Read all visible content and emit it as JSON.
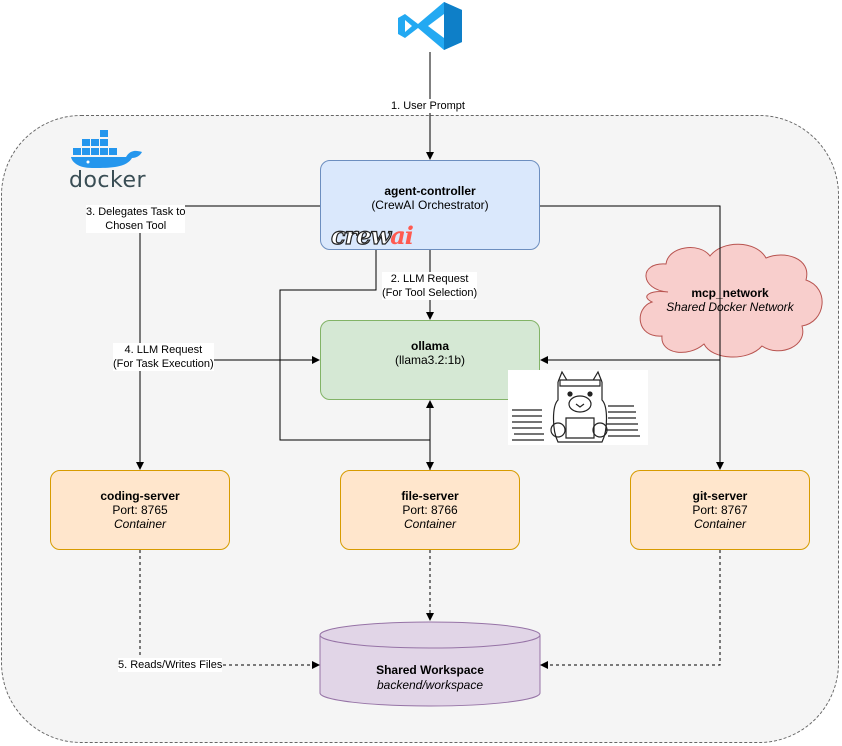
{
  "logos": {
    "vscode": "vscode-icon",
    "docker": {
      "icon": "docker-whale-icon",
      "text": "docker"
    },
    "crewai": {
      "text_a": "crew",
      "text_b": "ai",
      "accent": "#ff5a50"
    },
    "ollama_llama": "llama-mascot-icon"
  },
  "nodes": {
    "agent_controller": {
      "title": "agent-controller",
      "subtitle": "(CrewAI Orchestrator)"
    },
    "ollama": {
      "title": "ollama",
      "subtitle": "(llama3.2:1b)"
    },
    "coding_server": {
      "title": "coding-server",
      "port": "Port: 8765",
      "kind": "Container"
    },
    "file_server": {
      "title": "file-server",
      "port": "Port: 8766",
      "kind": "Container"
    },
    "git_server": {
      "title": "git-server",
      "port": "Port: 8767",
      "kind": "Container"
    },
    "network": {
      "title": "mcp_network",
      "subtitle": "Shared Docker Network"
    },
    "workspace": {
      "title": "Shared Workspace",
      "subtitle": "backend/workspace"
    }
  },
  "edges": {
    "user_prompt": "1. User Prompt",
    "llm_tool_1": "2. LLM Request",
    "llm_tool_2": "(For Tool Selection)",
    "delegate_1": "3. Delegates Task to",
    "delegate_2": "Chosen Tool",
    "llm_task_1": "4. LLM Request",
    "llm_task_2": "(For Task Execution)",
    "readwrite": "5. Reads/Writes Files"
  },
  "colors": {
    "agent_fill": "#dae8fc",
    "agent_stroke": "#6c8ebf",
    "ollama_fill": "#d5e8d4",
    "ollama_stroke": "#82b366",
    "server_fill": "#ffe6cc",
    "server_stroke": "#d79b00",
    "cloud_fill": "#f8cecc",
    "cloud_stroke": "#b85450",
    "workspace_fill": "#e1d5e7",
    "workspace_stroke": "#9673a6",
    "vscode_blue": "#23a9f2",
    "docker_blue": "#2496ed"
  }
}
